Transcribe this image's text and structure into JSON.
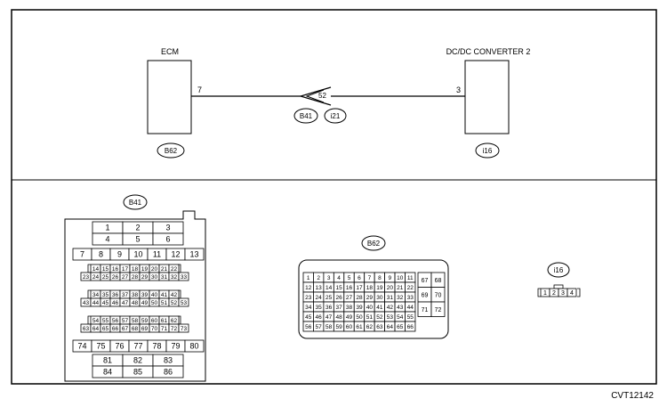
{
  "figure_id": "CVT12142",
  "top": {
    "ecm": {
      "label": "ECM",
      "pin": "7",
      "connector": "B62"
    },
    "converter": {
      "label": "DC/DC CONVERTER 2",
      "pin": "3",
      "connector": "i16"
    },
    "joint": {
      "pin": "52",
      "connectors": [
        "B41",
        "i21"
      ]
    }
  },
  "bottom": {
    "b41": {
      "label": "B41",
      "rows_top": [
        [
          "1",
          "2",
          "3"
        ],
        [
          "4",
          "5",
          "6"
        ]
      ],
      "row7": [
        "7",
        "8",
        "9",
        "10",
        "11",
        "12",
        "13"
      ],
      "group1": [
        [
          "14",
          "15",
          "16",
          "17",
          "18",
          "19",
          "20",
          "21",
          "22"
        ],
        [
          "23",
          "24",
          "25",
          "26",
          "27",
          "28",
          "29",
          "30",
          "31",
          "32",
          "33"
        ]
      ],
      "group2": [
        [
          "34",
          "35",
          "36",
          "37",
          "38",
          "39",
          "40",
          "41",
          "42"
        ],
        [
          "43",
          "44",
          "45",
          "46",
          "47",
          "48",
          "49",
          "50",
          "51",
          "52",
          "53"
        ]
      ],
      "group3": [
        [
          "54",
          "55",
          "56",
          "57",
          "58",
          "59",
          "60",
          "61",
          "62"
        ],
        [
          "63",
          "64",
          "65",
          "66",
          "67",
          "68",
          "69",
          "70",
          "71",
          "72",
          "73"
        ]
      ],
      "row74": [
        "74",
        "75",
        "76",
        "77",
        "78",
        "79",
        "80"
      ],
      "rows_bottom": [
        [
          "81",
          "82",
          "83"
        ],
        [
          "84",
          "85",
          "86"
        ]
      ]
    },
    "b62": {
      "label": "B62",
      "rows": [
        [
          "1",
          "2",
          "3",
          "4",
          "5",
          "6",
          "7",
          "8",
          "9",
          "10",
          "11"
        ],
        [
          "12",
          "13",
          "14",
          "15",
          "16",
          "17",
          "18",
          "19",
          "20",
          "21",
          "22"
        ],
        [
          "23",
          "24",
          "25",
          "26",
          "27",
          "28",
          "29",
          "30",
          "31",
          "32",
          "33"
        ],
        [
          "34",
          "35",
          "36",
          "37",
          "38",
          "39",
          "40",
          "41",
          "42",
          "43",
          "44"
        ],
        [
          "45",
          "46",
          "47",
          "48",
          "49",
          "50",
          "51",
          "52",
          "53",
          "54",
          "55"
        ],
        [
          "56",
          "57",
          "58",
          "59",
          "60",
          "61",
          "62",
          "63",
          "64",
          "65",
          "66"
        ]
      ],
      "side": [
        [
          "67",
          "68"
        ],
        [
          "69",
          "70"
        ],
        [
          "71",
          "72"
        ]
      ]
    },
    "i16": {
      "label": "i16",
      "pins": [
        "1",
        "2",
        "3",
        "4"
      ]
    }
  }
}
